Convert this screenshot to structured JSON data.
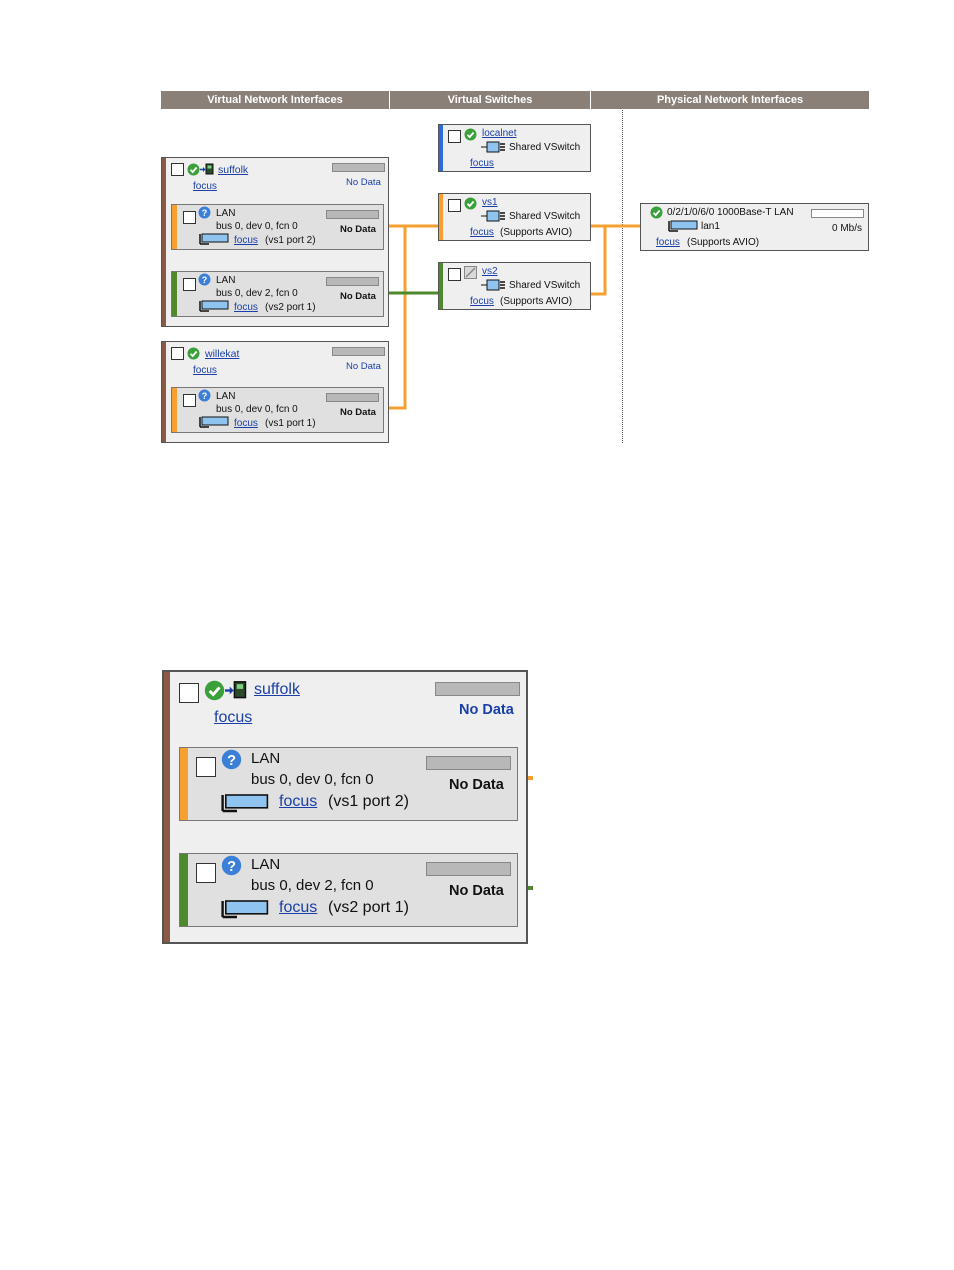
{
  "columns": {
    "vni": "Virtual Network Interfaces",
    "vsw": "Virtual Switches",
    "pni": "Physical Network Interfaces"
  },
  "guests": [
    {
      "name": "suffolk",
      "focus": "focus",
      "status": "No Data",
      "nics": [
        {
          "type": "LAN",
          "bus": "bus 0, dev 0, fcn 0",
          "focus": "focus",
          "port": "(vs1 port 2)",
          "status": "No Data",
          "color": "#f5a030"
        },
        {
          "type": "LAN",
          "bus": "bus 0, dev 2, fcn 0",
          "focus": "focus",
          "port": "(vs2 port 1)",
          "status": "No Data",
          "color": "#4e8a2c"
        }
      ]
    },
    {
      "name": "willekat",
      "focus": "focus",
      "status": "No Data",
      "nics": [
        {
          "type": "LAN",
          "bus": "bus 0, dev 0, fcn 0",
          "focus": "focus",
          "port": "(vs1 port 1)",
          "status": "No Data",
          "color": "#f5a030"
        }
      ]
    }
  ],
  "vswitches": [
    {
      "name": "localnet",
      "kind": "Shared VSwitch",
      "focus": "focus",
      "extra": "",
      "color": "#2a6be0",
      "status_icon": "check-icon"
    },
    {
      "name": "vs1",
      "kind": "Shared VSwitch",
      "focus": "focus",
      "extra": "(Supports AVIO)",
      "color": "#f5a030",
      "status_icon": "check-icon"
    },
    {
      "name": "vs2",
      "kind": "Shared VSwitch",
      "focus": "focus",
      "extra": "(Supports AVIO)",
      "color": "#4e8a2c",
      "status_icon": "disabled-icon"
    }
  ],
  "physical": {
    "name": "0/2/1/0/6/0 1000Base-T LAN",
    "lan": "lan1",
    "rate": "0 Mb/s",
    "focus": "focus",
    "extra": "(Supports AVIO)"
  },
  "colors": {
    "guest_bar": "#8b5a44",
    "orange": "#f5a030",
    "green": "#4e8a2c",
    "blue": "#2a6be0",
    "header": "#8a8078"
  }
}
